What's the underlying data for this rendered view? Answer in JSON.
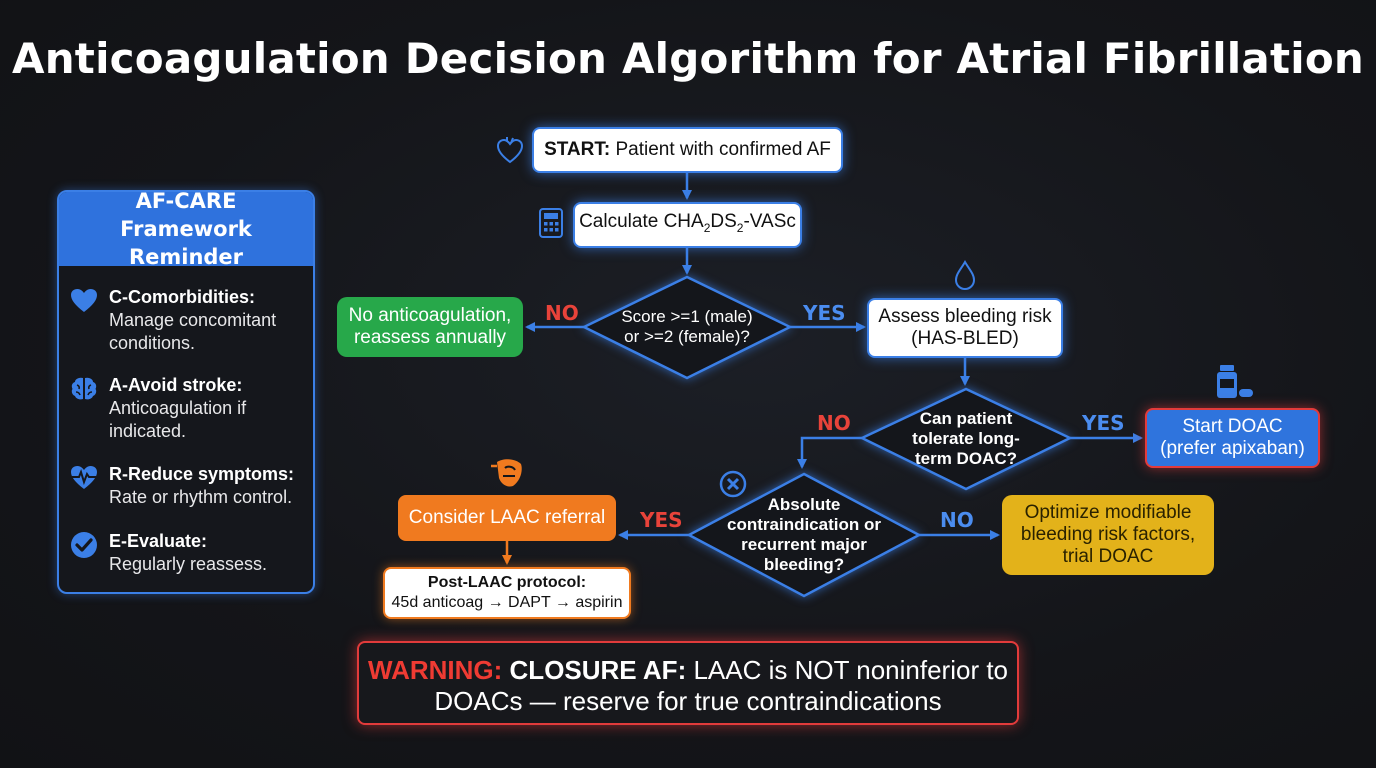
{
  "title": "Anticoagulation Decision Algorithm for Atrial Fibrillation",
  "sidebar": {
    "header": "AF-CARE Framework Reminder",
    "items": [
      {
        "icon": "heart-icon",
        "title": "C-Comorbidities:",
        "text": "Manage concomitant conditions."
      },
      {
        "icon": "brain-icon",
        "title": "A-Avoid stroke:",
        "text": "Anticoagulation if indicated."
      },
      {
        "icon": "heart-pulse-icon",
        "title": "R-Reduce symptoms:",
        "text": "Rate or rhythm control."
      },
      {
        "icon": "check-circle-icon",
        "title": "E-Evaluate:",
        "text": "Regularly reassess."
      }
    ]
  },
  "flow": {
    "start_bold": "START:",
    "start_text": "Patient with confirmed AF",
    "calc_pre": "Calculate CHA",
    "calc_sub1": "2",
    "calc_mid": "DS",
    "calc_sub2": "2",
    "calc_post": "-VASc",
    "score_question": "Score >=1 (male) or >=2 (female)?",
    "no_anticoag": "No anticoagulation, reassess annually",
    "assess_bleeding": "Assess bleeding risk (HAS-BLED)",
    "tolerate_question": "Can patient tolerate long-term DOAC?",
    "start_doac": "Start DOAC (prefer apixaban)",
    "contraindication_question": "Absolute contraindication or recurrent major bleeding?",
    "consider_laac": "Consider LAAC referral",
    "optimize": "Optimize modifiable bleeding risk factors, trial DOAC",
    "post_laac_title": "Post-LAAC protocol:",
    "post_laac_text": "45d anticoag → DAPT → aspirin"
  },
  "labels": {
    "yes": "YES",
    "no": "NO"
  },
  "warning": {
    "prefix": "WARNING:",
    "bold": "CLOSURE AF:",
    "text": "LAAC is NOT noninferior to DOACs — reserve for true contraindications"
  },
  "colors": {
    "accent_blue": "#3b7fe6",
    "no_red": "#e8433a",
    "green": "#27a84a",
    "orange": "#f07a1f",
    "yellow": "#e3b21a"
  }
}
